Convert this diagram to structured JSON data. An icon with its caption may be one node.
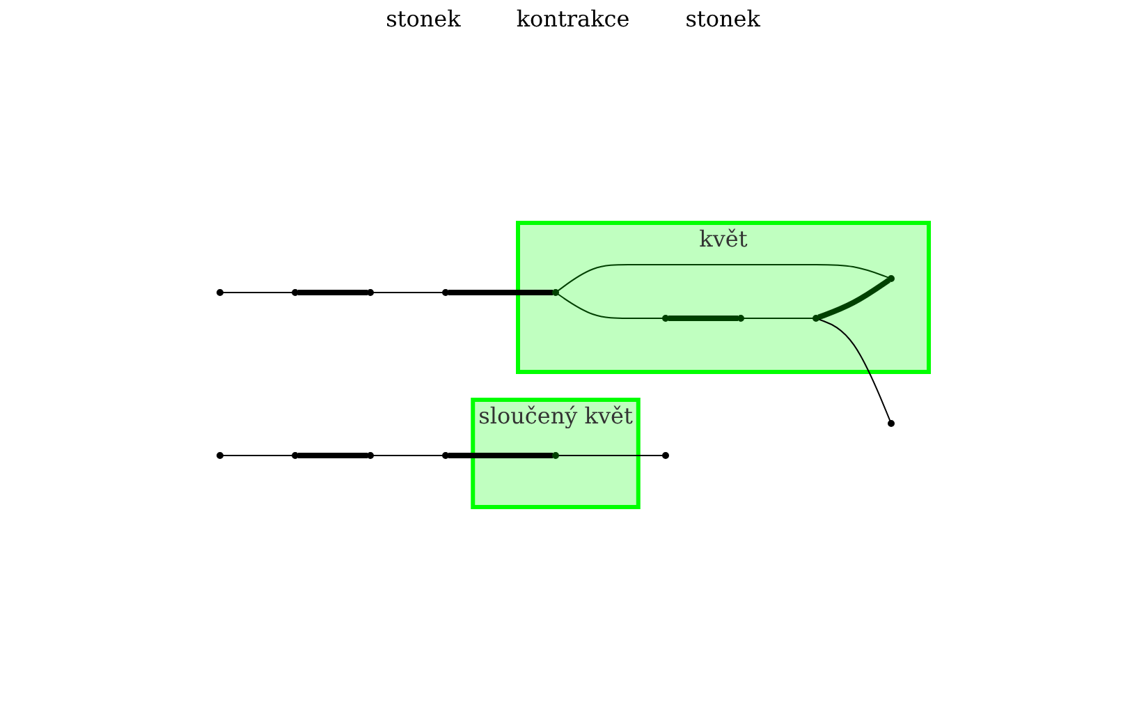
{
  "diagram": {
    "nodes": [
      {
        "text": [],
        "shape": "circle"
      },
      {
        "text": [],
        "shape": "circle"
      },
      {
        "text": [],
        "shape": "circle"
      },
      {
        "text": [],
        "shape": "circle"
      },
      {
        "text": [
          "květ"
        ]
      },
      {
        "text": [],
        "shape": "circle",
        "in": 4
      },
      {
        "text": [],
        "shape": "circle",
        "in": 4
      },
      {
        "text": [],
        "shape": "circle",
        "in": 4
      },
      {
        "text": [],
        "shape": "circle",
        "in": 4
      },
      {
        "text": [],
        "shape": "circle",
        "in": 4
      },
      {
        "text": [],
        "shape": "circle"
      },
      {
        "text": [],
        "shape": "circle"
      },
      {
        "text": [],
        "shape": "circle"
      },
      {
        "text": [],
        "shape": "circle"
      },
      {
        "text": [],
        "shape": "circle"
      },
      {
        "text": [
          "sloučený květ"
        ]
      },
      {
        "text": [],
        "shape": "circle",
        "in": 15
      },
      {
        "text": [],
        "shape": "circle"
      }
    ],
    "edges": [
      {
        "from": 0,
        "to": 1,
        "arrow": "none"
      },
      {
        "from": 1,
        "to": 2,
        "arrow": "none",
        "style": "thick"
      },
      {
        "from": 2,
        "to": 3,
        "arrow": "none"
      },
      {
        "from": 3,
        "to": 5,
        "arrow": "none",
        "style": "thick"
      },
      {
        "from": 5,
        "to": 6,
        "arrow": "none",
        "color": "#004000"
      },
      {
        "from": 6,
        "to": 7,
        "arrow": "none",
        "style": "thick",
        "color": "#004000"
      },
      {
        "from": 7,
        "to": 8,
        "arrow": "none",
        "color": "#004000"
      },
      {
        "from": 8,
        "to": 9,
        "arrow": "none",
        "style": "thick",
        "color": "#004000"
      },
      {
        "from": 9,
        "to": 5,
        "arrow": "none",
        "color": "#004000"
      },
      {
        "from": 8,
        "to": 10,
        "arrow": "none"
      },
      {
        "from": 11,
        "to": 12,
        "arrow": "none"
      },
      {
        "from": 12,
        "to": 13,
        "arrow": "none",
        "style": "thick"
      },
      {
        "from": 13,
        "to": 14,
        "arrow": "none"
      },
      {
        "from": 14,
        "to": 16,
        "arrow": "none",
        "style": "thick"
      },
      {
        "from": 16,
        "to": 17,
        "arrow": "none"
      }
    ],
    "labels": [
      "stonek",
      "kontrakce",
      "stonek"
    ]
  }
}
